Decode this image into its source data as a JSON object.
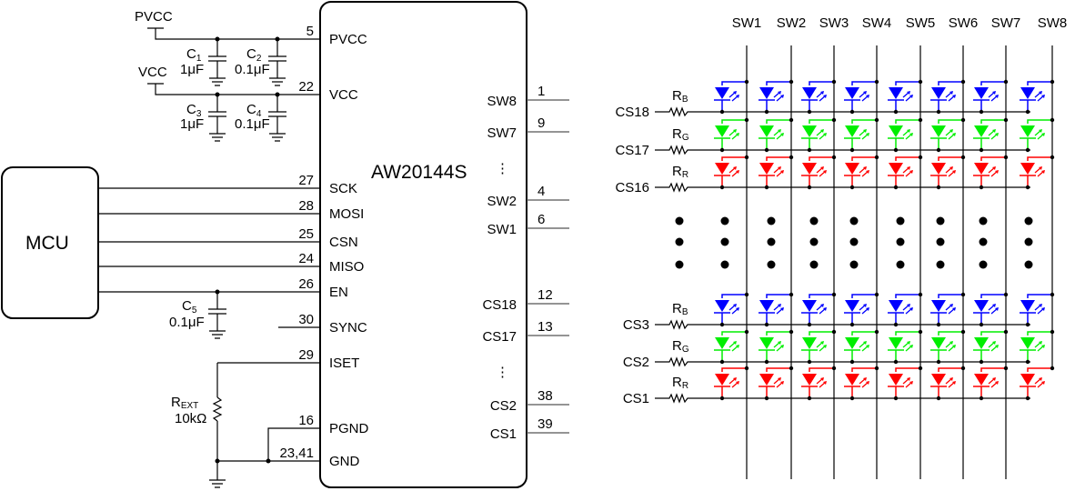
{
  "ic": {
    "name": "AW20144S",
    "left_pins": [
      {
        "label": "PVCC",
        "number": "5"
      },
      {
        "label": "VCC",
        "number": "22"
      },
      {
        "label": "SCK",
        "number": "27"
      },
      {
        "label": "MOSI",
        "number": "28"
      },
      {
        "label": "CSN",
        "number": "25"
      },
      {
        "label": "MISO",
        "number": "24"
      },
      {
        "label": "EN",
        "number": "26"
      },
      {
        "label": "SYNC",
        "number": "30"
      },
      {
        "label": "ISET",
        "number": "29"
      },
      {
        "label": "PGND",
        "number": "16"
      },
      {
        "label": "GND",
        "number": "23,41"
      }
    ],
    "right_pins": [
      {
        "label": "SW8",
        "number": "1"
      },
      {
        "label": "SW7",
        "number": "9"
      },
      {
        "label": "SW2",
        "number": "4"
      },
      {
        "label": "SW1",
        "number": "6"
      },
      {
        "label": "CS18",
        "number": "12"
      },
      {
        "label": "CS17",
        "number": "13"
      },
      {
        "label": "CS2",
        "number": "38"
      },
      {
        "label": "CS1",
        "number": "39"
      }
    ],
    "ellipsis": "⋮"
  },
  "mcu": {
    "label": "MCU"
  },
  "supplies": {
    "pvcc": "PVCC",
    "vcc": "VCC"
  },
  "capacitors": [
    {
      "name": "C",
      "sub": "1",
      "value": "1μF"
    },
    {
      "name": "C",
      "sub": "2",
      "value": "0.1μF"
    },
    {
      "name": "C",
      "sub": "3",
      "value": "1μF"
    },
    {
      "name": "C",
      "sub": "4",
      "value": "0.1μF"
    },
    {
      "name": "C",
      "sub": "5",
      "value": "0.1μF"
    }
  ],
  "rext": {
    "name": "R",
    "sub": "EXT",
    "value": "10kΩ"
  },
  "matrix": {
    "sw_labels": [
      "SW1",
      "SW2",
      "SW3",
      "SW4",
      "SW5",
      "SW6",
      "SW7",
      "SW8"
    ],
    "rows": [
      {
        "cs": "CS18",
        "resistor": "R",
        "res_sub": "B",
        "color": "#0000ff"
      },
      {
        "cs": "CS17",
        "resistor": "R",
        "res_sub": "G",
        "color": "#00ee00"
      },
      {
        "cs": "CS16",
        "resistor": "R",
        "res_sub": "R",
        "color": "#ff0000"
      },
      {
        "cs": "CS3",
        "resistor": "R",
        "res_sub": "B",
        "color": "#0000ff"
      },
      {
        "cs": "CS2",
        "resistor": "R",
        "res_sub": "G",
        "color": "#00ee00"
      },
      {
        "cs": "CS1",
        "resistor": "R",
        "res_sub": "R",
        "color": "#ff0000"
      }
    ]
  }
}
